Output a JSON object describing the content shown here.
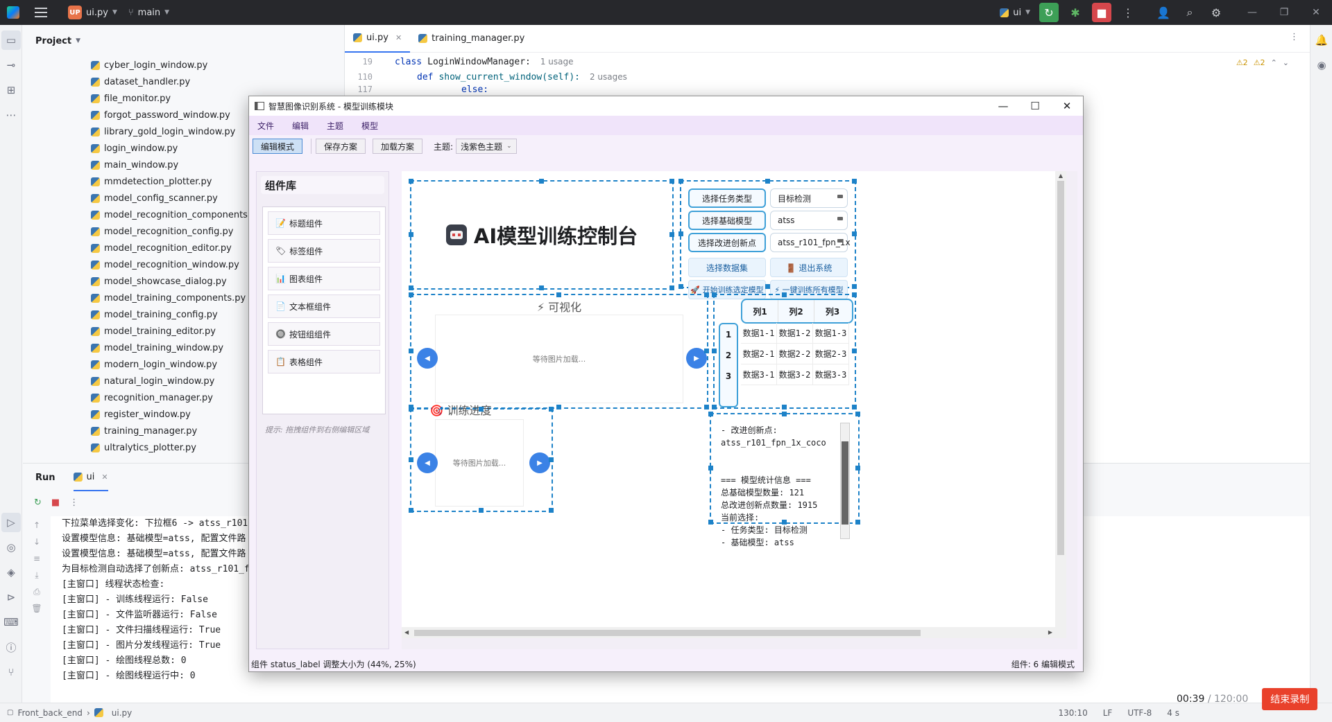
{
  "ide": {
    "project_badge": "UP",
    "project_name": "ui.py",
    "branch": "main",
    "run_config": "ui"
  },
  "project_panel": {
    "title": "Project",
    "files": [
      "cyber_login_window.py",
      "dataset_handler.py",
      "file_monitor.py",
      "forgot_password_window.py",
      "library_gold_login_window.py",
      "login_window.py",
      "main_window.py",
      "mmdetection_plotter.py",
      "model_config_scanner.py",
      "model_recognition_components.py",
      "model_recognition_config.py",
      "model_recognition_editor.py",
      "model_recognition_window.py",
      "model_showcase_dialog.py",
      "model_training_components.py",
      "model_training_config.py",
      "model_training_editor.py",
      "model_training_window.py",
      "modern_login_window.py",
      "natural_login_window.py",
      "recognition_manager.py",
      "register_window.py",
      "training_manager.py",
      "ultralytics_plotter.py"
    ]
  },
  "editor": {
    "tabs": [
      "ui.py",
      "training_manager.py"
    ],
    "lines": [
      {
        "num": "19",
        "keyword": "class",
        "code": "LoginWindowManager:",
        "hint": "1 usage"
      },
      {
        "num": "110",
        "keyword": "def",
        "code": "show_current_window(self):",
        "hint": "2 usages"
      },
      {
        "num": "117",
        "keyword": "",
        "code": "else:",
        "hint": ""
      }
    ],
    "warnings": [
      "⚠2",
      "⚠2"
    ]
  },
  "run_panel": {
    "title": "Run",
    "tab": "ui",
    "lines": [
      "下拉菜单选择变化: 下拉框6 -> atss_r101",
      "设置模型信息: 基础模型=atss, 配置文件路",
      "设置模型信息: 基础模型=atss, 配置文件路",
      "为目标检测自动选择了创新点: atss_r101_f",
      "[主窗口] 线程状态检查:",
      "[主窗口] - 训练线程运行: False",
      "[主窗口] - 文件监听器运行: False",
      "[主窗口] - 文件扫描线程运行: True",
      "[主窗口] - 图片分发线程运行: True",
      "[主窗口] - 绘图线程总数: 0",
      "[主窗口] - 绘图线程运行中: 0"
    ]
  },
  "statusbar": {
    "project": "Front_back_end",
    "file": "ui.py",
    "position": "130:10",
    "line_sep": "LF",
    "encoding": "UTF-8",
    "indent": "4 s"
  },
  "recorder": {
    "elapsed": "00:39",
    "total": "/ 120:00",
    "stop_label": "结束录制"
  },
  "app": {
    "title": "智慧图像识别系统 - 模型训练模块",
    "menu": [
      "文件",
      "编辑",
      "主题",
      "模型"
    ],
    "toolbar": {
      "edit_mode": "编辑模式",
      "save_plan": "保存方案",
      "load_plan": "加载方案",
      "theme_label": "主题:",
      "theme_value": "浅紫色主题"
    },
    "library": {
      "title": "组件库",
      "items": [
        {
          "icon": "📝",
          "label": "标题组件"
        },
        {
          "icon": "🏷",
          "label": "标签组件"
        },
        {
          "icon": "📊",
          "label": "图表组件"
        },
        {
          "icon": "📄",
          "label": "文本框组件"
        },
        {
          "icon": "🔘",
          "label": "按钮组组件"
        },
        {
          "icon": "📋",
          "label": "表格组件"
        }
      ],
      "hint": "提示: 拖拽组件到右侧编辑区域"
    },
    "title_component": {
      "text": "AI模型训练控制台"
    },
    "controls": {
      "task_type_btn": "选择任务类型",
      "task_type_value": "目标检测",
      "base_model_btn": "选择基础模型",
      "base_model_value": "atss",
      "innovation_btn": "选择改进创新点",
      "innovation_value": "atss_r101_fpn_1x",
      "dataset_btn": "选择数据集",
      "exit_btn": "🚪 退出系统",
      "train_selected_btn": "🚀 开始训练选定模型",
      "train_all_btn": "⚡ 一键训练所有模型"
    },
    "visualization": {
      "title": "⚡ 可视化",
      "placeholder": "等待图片加载...",
      "prev": "◀",
      "next": "▶"
    },
    "progress": {
      "title": "🎯 训练进度",
      "placeholder": "等待图片加载...",
      "prev": "◀",
      "next": "▶"
    },
    "table": {
      "headers": [
        "列1",
        "列2",
        "列3"
      ],
      "row_numbers": [
        "1",
        "2",
        "3"
      ],
      "rows": [
        [
          "数据1-1",
          "数据1-2",
          "数据1-3"
        ],
        [
          "数据2-1",
          "数据2-2",
          "数据2-3"
        ],
        [
          "数据3-1",
          "数据3-2",
          "数据3-3"
        ]
      ]
    },
    "log": {
      "text": "- 改进创新点:\natss_r101_fpn_1x_coco\n\n\n=== 模型统计信息 ===\n总基础模型数量: 121\n总改进创新点数量: 1915\n当前选择:\n- 任务类型: 目标检测\n- 基础模型: atss"
    },
    "status": {
      "left": "组件 status_label 调整大小为 (44%, 25%)",
      "right": "组件: 6  编辑模式"
    }
  }
}
